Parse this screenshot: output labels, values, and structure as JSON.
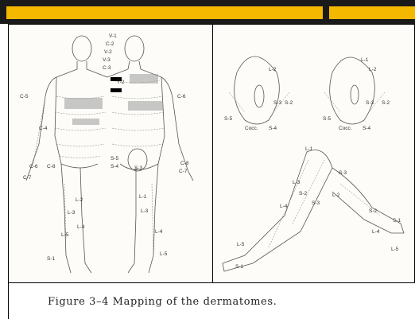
{
  "header": {
    "accent": "#f5b800"
  },
  "figure": {
    "caption": "Figure 3–4 Mapping of the dermatomes.",
    "front_labels": [
      "V-1",
      "C-2",
      "V-2",
      "V-3",
      "C-3",
      "C-5",
      "C-4",
      "C-6",
      "C-7",
      "C-8",
      "L-2",
      "L-3",
      "L-4",
      "L-5",
      "S-1"
    ],
    "back_labels": [
      "T-2",
      "C-6",
      "S-5",
      "S-4",
      "S-3",
      "C-8",
      "C-7",
      "L-3",
      "L-4",
      "L-5",
      "L-1"
    ],
    "pelvic_left": [
      "L-2",
      "S-3",
      "S-2",
      "S-5",
      "Cocc.",
      "S-4"
    ],
    "pelvic_right": [
      "L-1",
      "L-2",
      "S-3",
      "S-2",
      "S-5",
      "Cocc.",
      "S-4"
    ],
    "leg_labels": [
      "L-1",
      "S-3",
      "L-3",
      "S-2",
      "L-4",
      "S-3",
      "L-2",
      "L-4",
      "S-2",
      "S-1",
      "L-5",
      "L-5",
      "S-1"
    ]
  }
}
